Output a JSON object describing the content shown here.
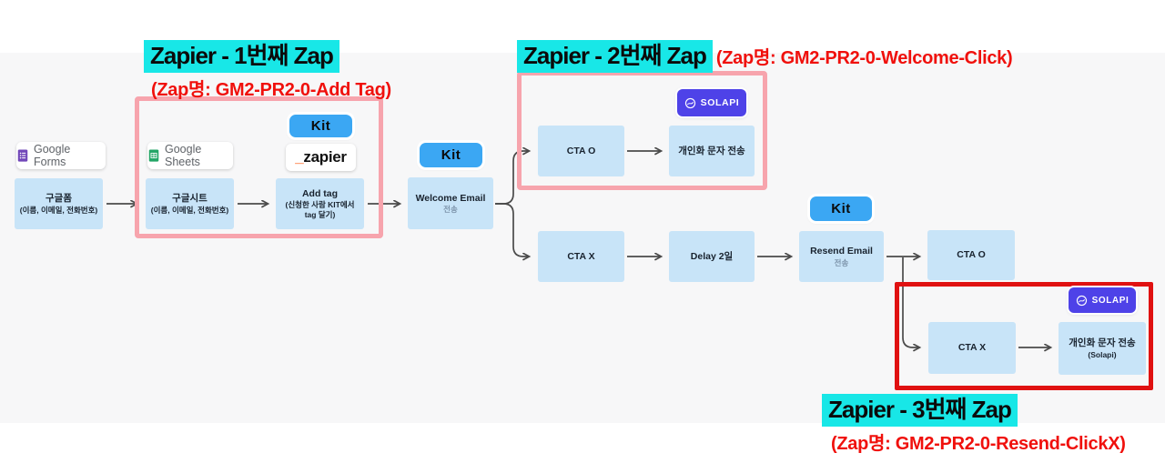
{
  "titles": {
    "zap1": {
      "label": "Zapier - 1번째 Zap",
      "name": "(Zap명: GM2-PR2-0-Add Tag)"
    },
    "zap2": {
      "label": "Zapier - 2번째 Zap",
      "name": "(Zap명: GM2-PR2-0-Welcome-Click)"
    },
    "zap3": {
      "label": "Zapier - 3번째 Zap",
      "name": "(Zap명: GM2-PR2-0-Resend-ClickX)"
    }
  },
  "badges": {
    "google_forms": "Google Forms",
    "google_sheets": "Google Sheets",
    "kit": "Kit",
    "zapier_prefix": "_",
    "zapier": "zapier",
    "solapi": "SOLAPI"
  },
  "nodes": {
    "google_form": {
      "title": "구글폼",
      "sub": "(이름, 이메일, 전화번호)"
    },
    "google_sheet": {
      "title": "구글시트",
      "sub": "(이름, 이메일, 전화번호)"
    },
    "add_tag": {
      "title": "Add tag",
      "sub": "(신청한 사람 KIT에서 tag 달기)"
    },
    "welcome_email": {
      "title": "Welcome Email",
      "sub": "전송"
    },
    "cta_o_top": {
      "title": "CTA O"
    },
    "sms_top": {
      "title": "개인화 문자 전송"
    },
    "cta_x_mid": {
      "title": "CTA X"
    },
    "delay": {
      "title": "Delay 2일"
    },
    "resend_email": {
      "title": "Resend Email",
      "sub": "전송"
    },
    "cta_o_right": {
      "title": "CTA O"
    },
    "cta_x_right": {
      "title": "CTA X"
    },
    "sms_right": {
      "title": "개인화 문자 전송",
      "sub": "(Solapi)"
    }
  },
  "colors": {
    "highlight_cyan": "#18E7E7",
    "red_text": "#F0100C",
    "pink_frame": "#F7A4AD",
    "red_frame": "#E01111",
    "node_blue": "#C8E4F8",
    "kit_blue": "#3BA7F3",
    "solapi_indigo": "#4E42E8",
    "zapier_orange": "#FF4F00",
    "arrow_gray": "#4A4A4A",
    "background_gray": "#F7F7F8"
  }
}
